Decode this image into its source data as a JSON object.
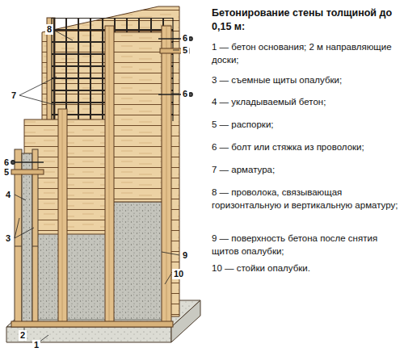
{
  "diagram": {
    "title": "Бетонирование стены толщиной до 0,15 м:",
    "labels": [
      "8",
      "6",
      "5",
      "7",
      "6",
      "6",
      "5",
      "4",
      "3",
      "9",
      "10",
      "2",
      "1",
      "1 — бетон основания; 2 м направляющие доски;",
      "3 — съемные щиты опалубки;",
      "4 — укладываемый бетон;",
      "5 — распорки;",
      "6 — болт или стяжка из проволоки;",
      "7 — арматура;",
      "8 — проволока, связывающая горизонтальную и вертикальную арматуру;",
      "9 — поверхность бетона после снятия щитов опалубки;",
      "10 — стойки опалубки."
    ]
  }
}
